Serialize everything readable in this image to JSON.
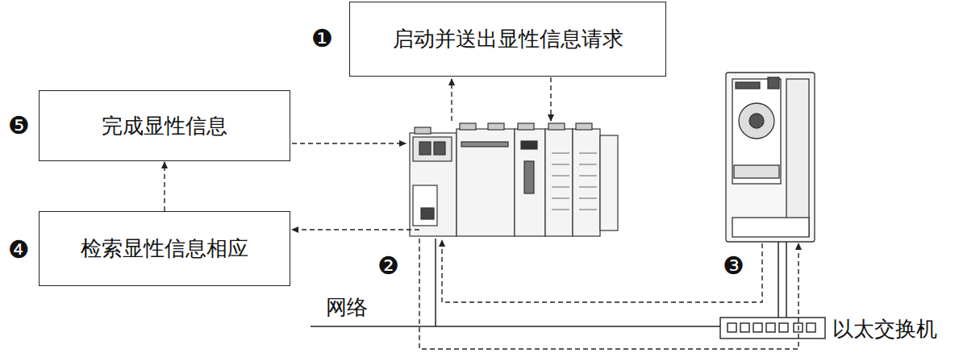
{
  "diagram": {
    "nodes": [
      {
        "text": [
          "启动并送出显性信息请求"
        ]
      },
      {
        "text": [
          "完成显性信息"
        ]
      },
      {
        "text": [
          "检索显性信息相应"
        ]
      }
    ],
    "edges": [
      {
        "from": 2,
        "to": 1,
        "arrow": "to"
      }
    ],
    "labels": [
      "❶",
      "❺",
      "❹",
      "❷",
      "❸",
      "网络",
      "以太交换机"
    ]
  }
}
